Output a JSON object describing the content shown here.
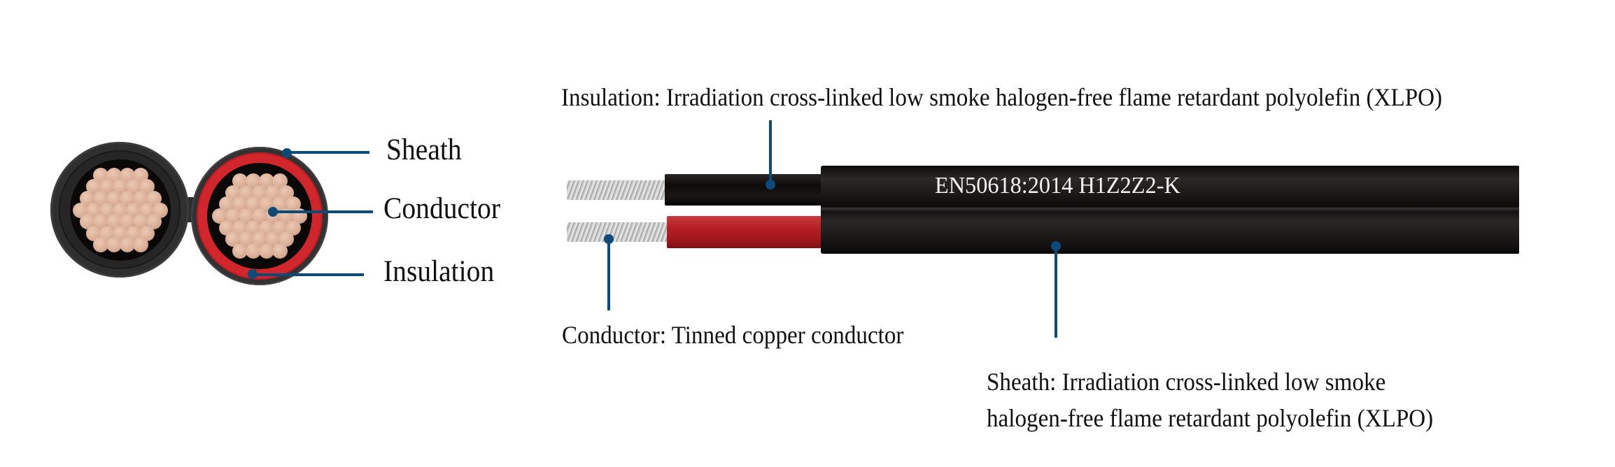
{
  "cross_section": {
    "labels": {
      "sheath": "Sheath",
      "conductor": "Conductor",
      "insulation": "Insulation"
    }
  },
  "side_view": {
    "marking": "EN50618:2014 H1Z2Z2-K",
    "callouts": {
      "insulation": "Insulation: Irradiation cross-linked low smoke halogen-free flame retardant polyolefin (XLPO)",
      "conductor": "Conductor: Tinned copper conductor",
      "sheath_line1": "Sheath: Irradiation cross-linked low smoke",
      "sheath_line2": "halogen-free flame retardant polyolefin (XLPO)"
    }
  },
  "colors": {
    "leader_line": "#0d4a78",
    "sheath": "#2b2b2b",
    "insulation_red": "#c8252b",
    "insulation_black": "#111111",
    "copper": "#d9ad95",
    "tinned_conductor": "#cfcfcf"
  }
}
